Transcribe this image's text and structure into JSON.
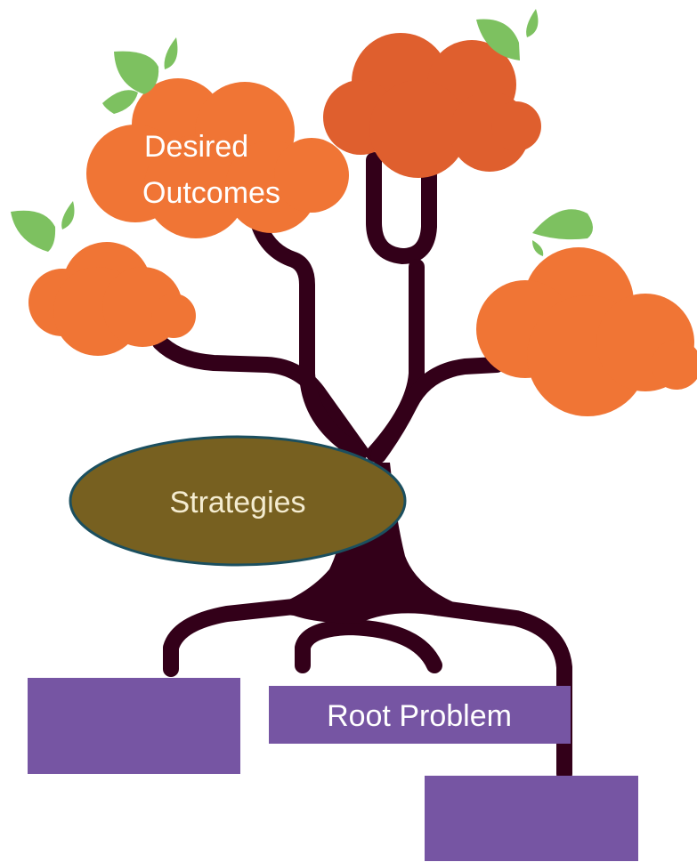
{
  "diagram": {
    "outcomes_label_line1": "Desired",
    "outcomes_label_line2": "Outcomes",
    "strategies_label": "Strategies",
    "root_problem_label": "Root Problem"
  },
  "colors": {
    "trunk": "#330019",
    "foliage": "#f07535",
    "foliage_dark": "#df5f2e",
    "leaf": "#7dc160",
    "strategies_fill": "#776020",
    "strategies_stroke": "#1b4f5f",
    "root_box": "#7655a3"
  }
}
